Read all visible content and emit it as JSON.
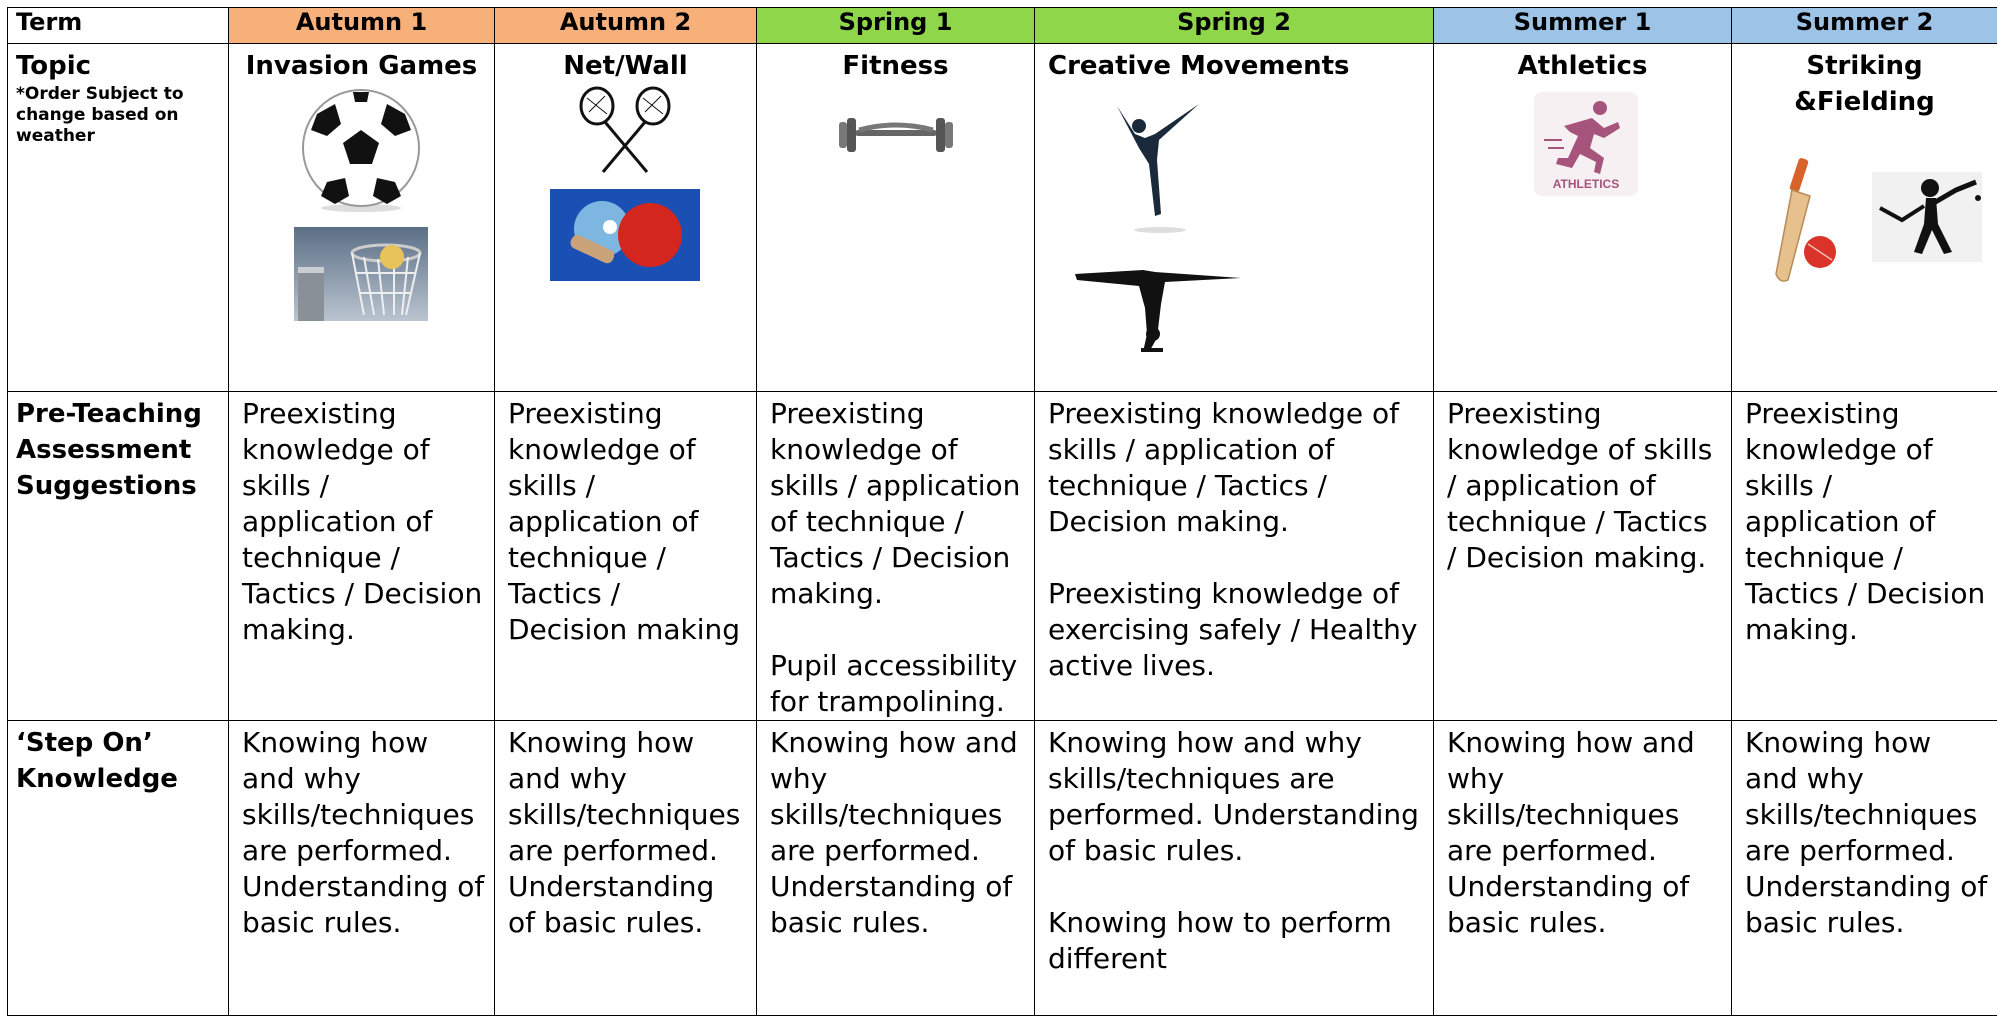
{
  "colors": {
    "autumn": "#f7b07a",
    "spring": "#8fd64b",
    "summer": "#9dc3e6",
    "border": "#000000"
  },
  "header": {
    "term": "Term",
    "columns": [
      "Autumn 1",
      "Autumn 2",
      "Spring 1",
      "Spring 2",
      "Summer 1",
      "Summer 2"
    ]
  },
  "topic_row": {
    "label": "Topic",
    "note": "*Order Subject to change based on weather",
    "topics": [
      "Invasion Games",
      "Net/Wall",
      "Fitness",
      "Creative Movements",
      "Athletics",
      "Striking &Fielding"
    ],
    "icons": {
      "invasion": [
        "football-icon",
        "netball-hoop-icon"
      ],
      "netwall": [
        "badminton-rackets-icon",
        "table-tennis-bats-icon"
      ],
      "fitness": [
        "barbell-icon"
      ],
      "creative": [
        "dancer-icon",
        "gymnast-icon"
      ],
      "athletics": [
        "runner-icon"
      ],
      "striking": [
        "cricket-bat-ball-icon",
        "batter-icon"
      ]
    },
    "athletics_logo_text": "ATHLETICS"
  },
  "pre_row": {
    "label": "Pre-Teaching Assessment Suggestions",
    "cells": [
      [
        "Preexisting knowledge of skills / application of technique / Tactics / Decision making."
      ],
      [
        "Preexisting knowledge of skills / application of technique / Tactics / Decision making"
      ],
      [
        "Preexisting knowledge of skills / application of technique / Tactics / Decision making.",
        "Pupil accessibility for trampolining."
      ],
      [
        "Preexisting knowledge of skills / application of technique / Tactics / Decision making.",
        "Preexisting knowledge of exercising safely / Healthy active lives."
      ],
      [
        "Preexisting knowledge of skills / application of technique / Tactics / Decision making."
      ],
      [
        "Preexisting knowledge of skills / application of technique / Tactics / Decision making."
      ]
    ]
  },
  "step_row": {
    "label": "‘Step On’ Knowledge",
    "cells": [
      [
        "Knowing how and why skills/techniques are performed. Understanding of basic rules."
      ],
      [
        "Knowing how and why skills/techniques are performed. Understanding of basic rules."
      ],
      [
        "Knowing how and why skills/techniques are performed. Understanding of basic rules."
      ],
      [
        "Knowing how and why skills/techniques are performed. Understanding of basic rules.",
        "Knowing how to perform different"
      ],
      [
        "Knowing how and why skills/techniques are performed. Understanding of basic rules."
      ],
      [
        "Knowing how and why skills/techniques are performed. Understanding of basic rules."
      ]
    ]
  }
}
